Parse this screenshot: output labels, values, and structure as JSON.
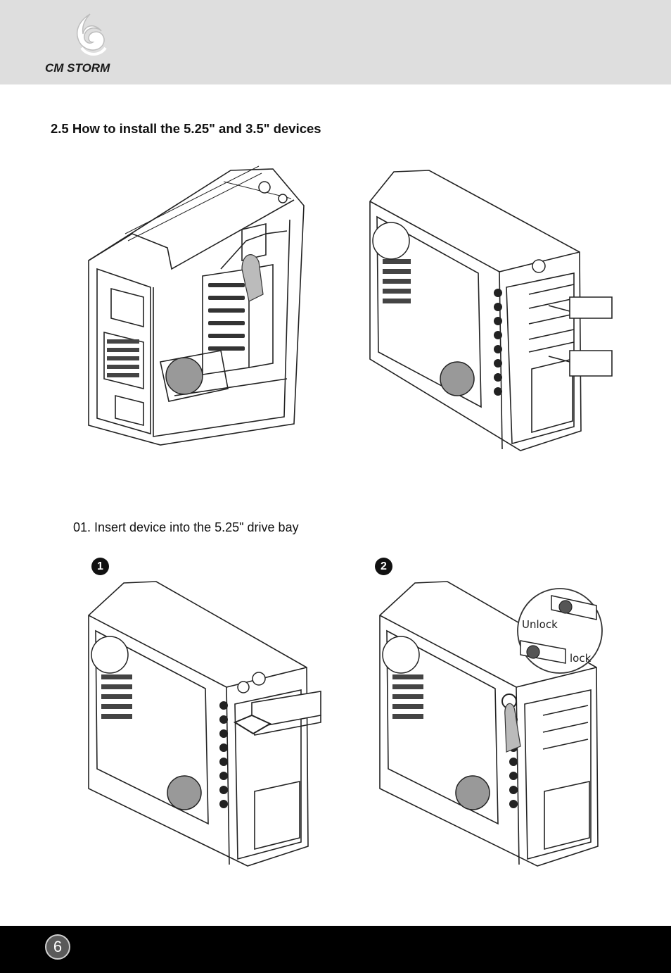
{
  "header": {
    "brand": "CM STORM"
  },
  "section": {
    "title": "2.5 How to install the 5.25\" and 3.5\" devices"
  },
  "step": {
    "title": "01. Insert device into the 5.25\" drive bay",
    "badges": [
      "1",
      "2"
    ]
  },
  "callout": {
    "unlock_label": "Unlock",
    "lock_label": "lock"
  },
  "footer": {
    "page_number": "6"
  },
  "colors": {
    "header_bg": "#dedede",
    "footer_bg": "#000000"
  }
}
